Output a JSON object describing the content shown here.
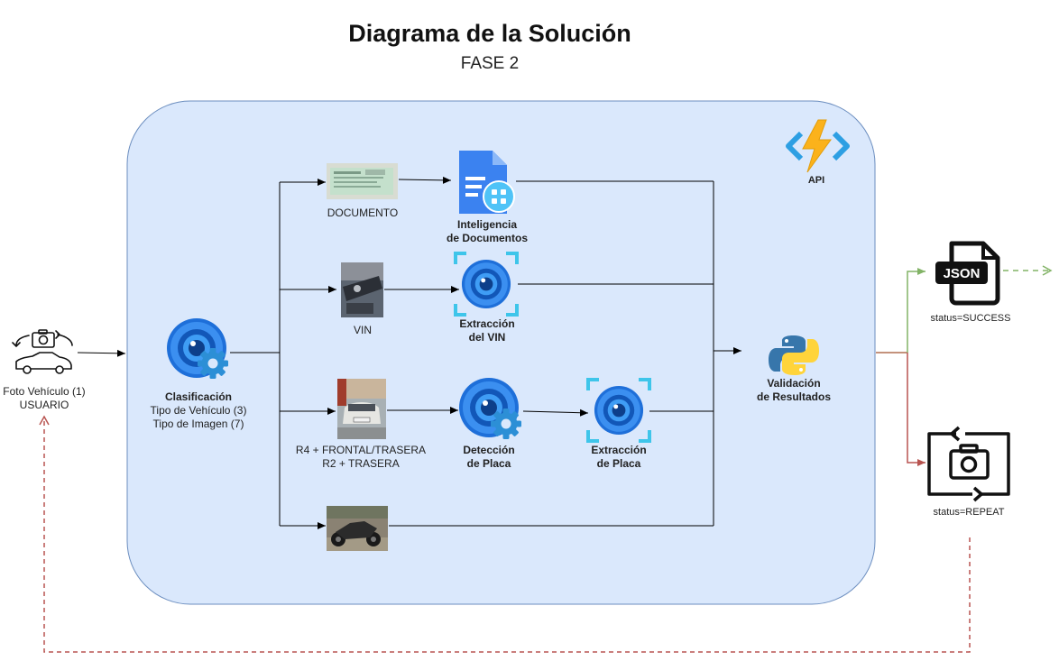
{
  "title": "Diagrama de la Solución",
  "subtitle": "FASE 2",
  "user": {
    "line1": "Foto Vehículo (1)",
    "line2": "USUARIO"
  },
  "api": {
    "label": "API"
  },
  "classification": {
    "title": "Clasificación",
    "line1": "Tipo de Vehículo (3)",
    "line2": "Tipo de Imagen (7)"
  },
  "document": {
    "label": "DOCUMENTO"
  },
  "doc_intel": {
    "line1": "Inteligencia",
    "line2": "de Documentos"
  },
  "vin": {
    "label": "VIN"
  },
  "vin_extract": {
    "line1": "Extracción",
    "line2": "del VIN"
  },
  "car": {
    "line1": "R4 + FRONTAL/TRASERA",
    "line2": "R2 + TRASERA"
  },
  "plate_detect": {
    "line1": "Detección",
    "line2": "de Placa"
  },
  "plate_extract": {
    "line1": "Extracción",
    "line2": "de Placa"
  },
  "validation": {
    "line1": "Validación",
    "line2": "de Resultados"
  },
  "json_icon_text": "JSON",
  "success": {
    "label": "status=SUCCESS"
  },
  "repeat": {
    "label": "status=REPEAT"
  },
  "colors": {
    "panel_fill": "#dae8fc",
    "panel_stroke": "#6c8ebf",
    "eye_blue": "#1e6fd9",
    "success_arrow": "#82b366",
    "repeat_arrow": "#b85450",
    "python_blue": "#3776ab",
    "python_yellow": "#ffd43b"
  }
}
